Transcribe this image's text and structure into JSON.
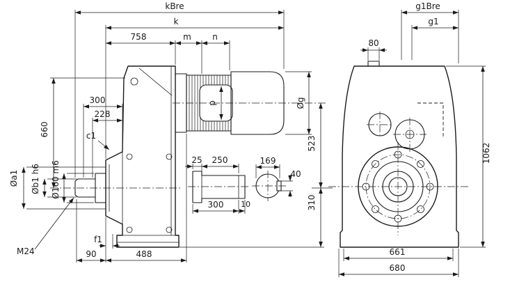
{
  "side_view": {
    "top": {
      "kBre": "kBre",
      "k": "k",
      "d758": "758",
      "m": "m",
      "n": "n"
    },
    "left": {
      "d300": "300",
      "d228": "228",
      "d660": "660",
      "c1": "c1",
      "dia_a1": "Øa1",
      "dia_b1": "Øb1 h6",
      "dia_160": "Ø160 m6",
      "m24": "M24"
    },
    "bottom": {
      "f1": "f1",
      "d90": "90",
      "d488": "488"
    },
    "motor": {
      "p": "p",
      "dia_g": "Øg"
    },
    "right": {
      "d523": "523",
      "d310": "310"
    },
    "hub_detail": {
      "d25": "25",
      "d250": "250",
      "d300": "300",
      "d10": "10"
    },
    "section_detail": {
      "d169": "169",
      "d40": "40"
    }
  },
  "front_view": {
    "g1Bre": "g1Bre",
    "g1": "g1",
    "d80": "80",
    "d1062": "1062",
    "d661": "661",
    "d680": "680"
  }
}
